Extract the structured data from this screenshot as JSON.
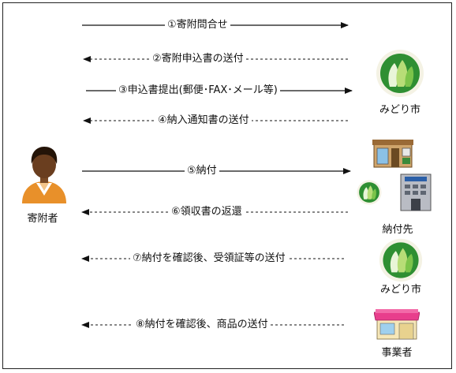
{
  "steps": [
    {
      "label": "①寄附問合せ",
      "direction": "right",
      "style": "solid"
    },
    {
      "label": "②寄附申込書の送付",
      "direction": "left",
      "style": "dashed"
    },
    {
      "label": "③申込書提出(郵便･FAX･メール等)",
      "direction": "right",
      "style": "solid"
    },
    {
      "label": "④納入通知書の送付",
      "direction": "left",
      "style": "dashed"
    },
    {
      "label": "⑤納付",
      "direction": "right",
      "style": "solid"
    },
    {
      "label": "⑥領収書の返還",
      "direction": "left",
      "style": "dashed"
    },
    {
      "label": "⑦納付を確認後、受領証等の送付",
      "direction": "left",
      "style": "dashed"
    },
    {
      "label": "⑧納付を確認後、商品の送付",
      "direction": "left",
      "style": "dashed"
    }
  ],
  "actors": {
    "donor": "寄附者",
    "city_top": "みどり市",
    "payee": "納付先",
    "city_bottom": "みどり市",
    "business": "事業者"
  },
  "icons": {
    "donor": "person-icon",
    "city": "green-leaf-logo-icon",
    "shop": "shop-icon",
    "bank": "bank-icon",
    "store": "store-icon"
  },
  "colors": {
    "logo_dark": "#2e8b2e",
    "logo_light": "#7cc44a",
    "store_roof": "#e83e8c",
    "arrow": "#111111"
  }
}
